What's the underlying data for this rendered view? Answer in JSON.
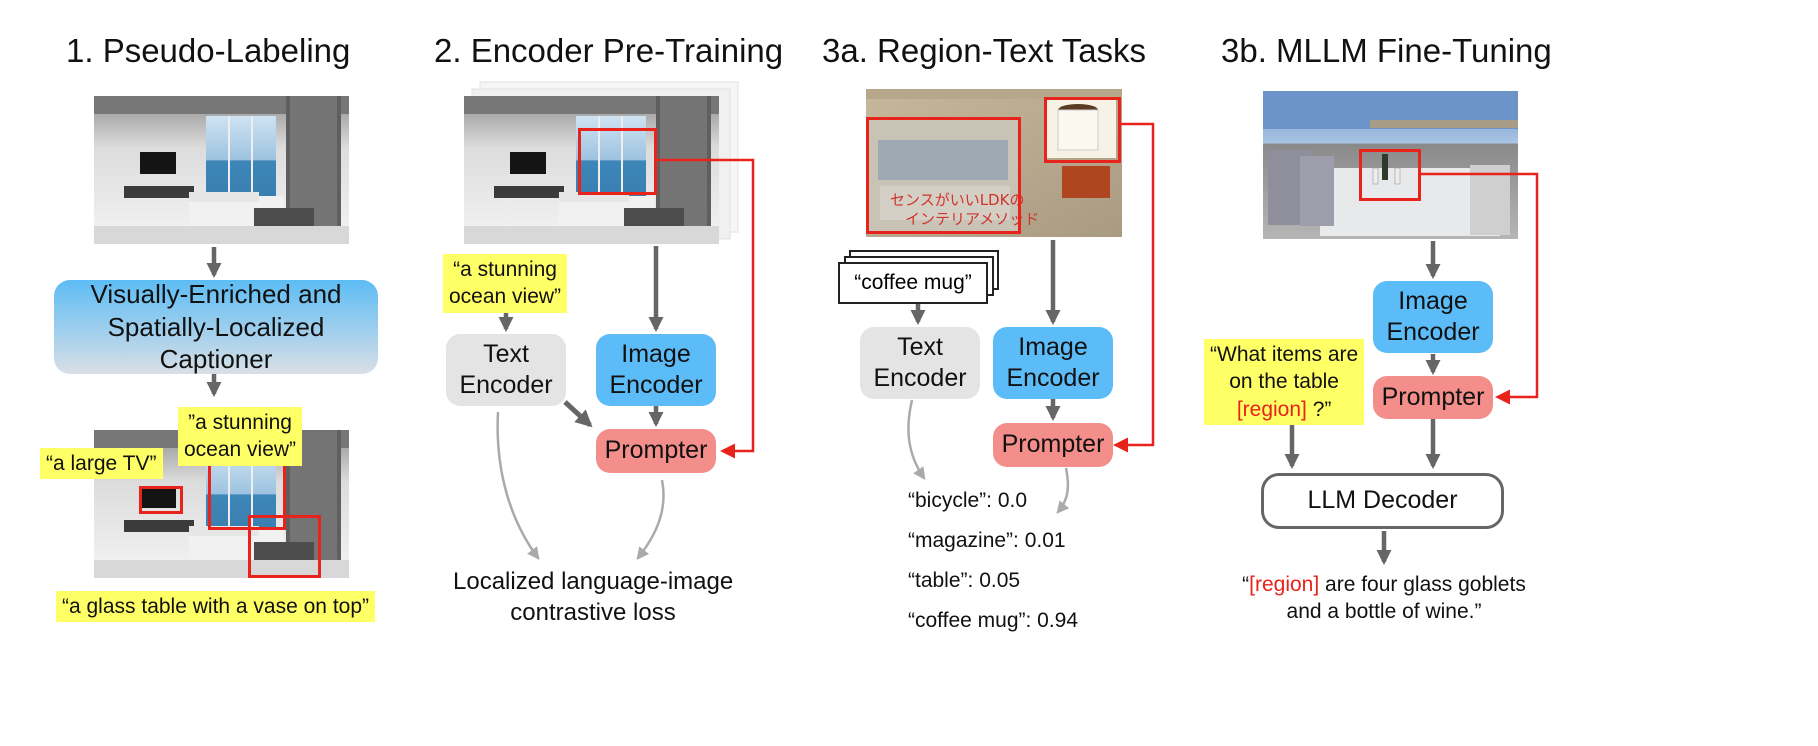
{
  "panels": {
    "p1": {
      "title": "1. Pseudo-Labeling",
      "captioner": [
        "Visually-Enriched and",
        "Spatially-Localized Captioner"
      ],
      "label_tv": "“a large TV”",
      "label_ocean": [
        "”a stunning",
        "ocean view”"
      ],
      "label_table": "“a glass table with a vase on top”"
    },
    "p2": {
      "title": "2. Encoder Pre-Training",
      "caption": [
        "“a stunning",
        "ocean view”"
      ],
      "text_encoder": [
        "Text",
        "Encoder"
      ],
      "image_encoder": [
        "Image",
        "Encoder"
      ],
      "prompter": "Prompter",
      "loss": [
        "Localized language-image",
        "contrastive loss"
      ]
    },
    "p3a": {
      "title": "3a. Region-Text Tasks",
      "query": "“coffee mug”",
      "text_encoder": [
        "Text",
        "Encoder"
      ],
      "image_encoder": [
        "Image",
        "Encoder"
      ],
      "prompter": "Prompter",
      "scores": [
        "“bicycle”: 0.0",
        "“magazine”: 0.01",
        "“table”: 0.05",
        "“coffee mug”: 0.94"
      ]
    },
    "p3b": {
      "title": "3b. MLLM Fine-Tuning",
      "image_encoder": [
        "Image",
        "Encoder"
      ],
      "prompter": "Prompter",
      "question": {
        "line1": "“What items are",
        "line2": "on the table",
        "region": "[region]",
        "line3_tail": " ?”"
      },
      "decoder": "LLM Decoder",
      "answer": {
        "open": "“",
        "region": "[region]",
        "line1_tail": " are four glass goblets",
        "line2": "and a bottle of wine.”"
      }
    }
  },
  "colors": {
    "image_encoder": "#5cbcf7",
    "text_encoder": "#e4e4e4",
    "prompter": "#f48e8a",
    "region_box": "#e8231b",
    "caption_highlight": "#ffff66"
  }
}
